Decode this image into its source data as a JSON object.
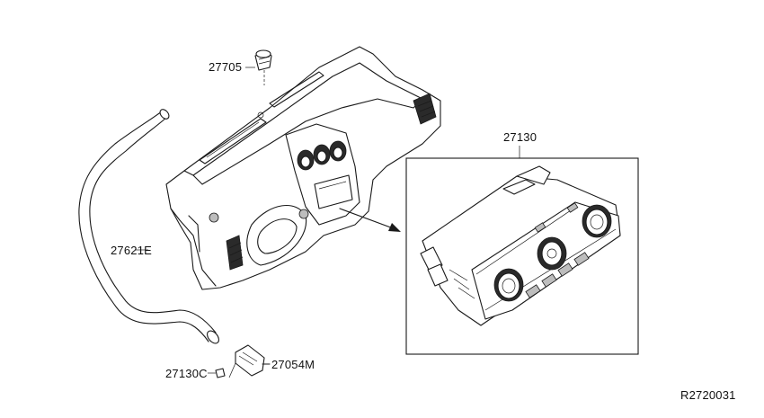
{
  "labels": {
    "vent_part": "27705",
    "control_unit": "27130",
    "hose": "27621E",
    "sensor_clip": "27130C",
    "sensor": "27054M",
    "diagram_ref": "R2720031"
  },
  "colors": {
    "line": "#1a1a1a",
    "background": "#ffffff"
  }
}
